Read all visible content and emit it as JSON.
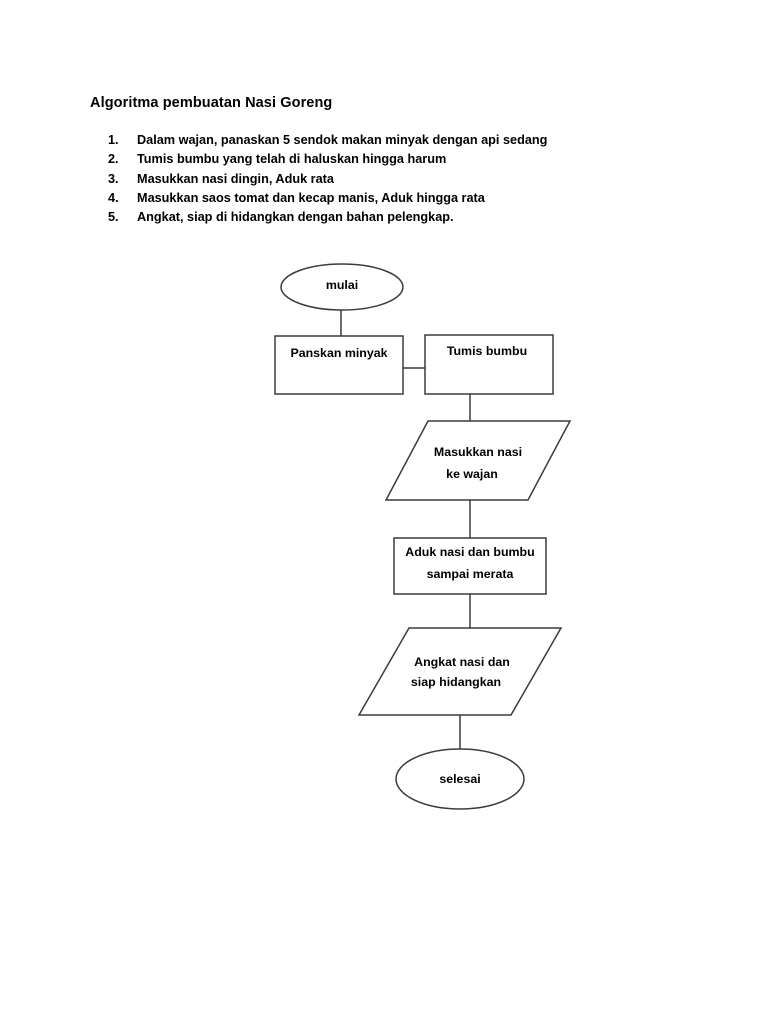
{
  "document": {
    "title": "Algoritma pembuatan Nasi Goreng",
    "steps": [
      {
        "num": "1.",
        "text": "Dalam wajan, panaskan 5 sendok makan minyak dengan api sedang"
      },
      {
        "num": "2.",
        "text": "Tumis bumbu yang telah di haluskan hingga harum"
      },
      {
        "num": "3.",
        "text": "Masukkan nasi dingin, Aduk rata"
      },
      {
        "num": "4.",
        "text": "Masukkan saos tomat dan kecap manis,  Aduk hingga rata"
      },
      {
        "num": "5.",
        "text": "Angkat, siap di hidangkan dengan bahan pelengkap."
      }
    ]
  },
  "flowchart": {
    "nodes": {
      "start": {
        "label": "mulai",
        "shape": "ellipse"
      },
      "heat_oil": {
        "label": "Panskan minyak",
        "shape": "rectangle"
      },
      "saute": {
        "label": "Tumis bumbu",
        "shape": "rectangle"
      },
      "add_rice_1": {
        "label": "Masukkan nasi",
        "shape": "parallelogram"
      },
      "add_rice_2": {
        "label": "ke wajan",
        "shape": "parallelogram"
      },
      "stir_1": {
        "label": "Aduk nasi dan bumbu",
        "shape": "rectangle"
      },
      "stir_2": {
        "label": "sampai merata",
        "shape": "rectangle"
      },
      "serve_1": {
        "label": "Angkat nasi dan",
        "shape": "parallelogram"
      },
      "serve_2": {
        "label": "siap hidangkan",
        "shape": "parallelogram"
      },
      "end": {
        "label": "selesai",
        "shape": "ellipse"
      }
    },
    "colors": {
      "stroke": "#3b3b3b",
      "fill": "#ffffff"
    }
  }
}
